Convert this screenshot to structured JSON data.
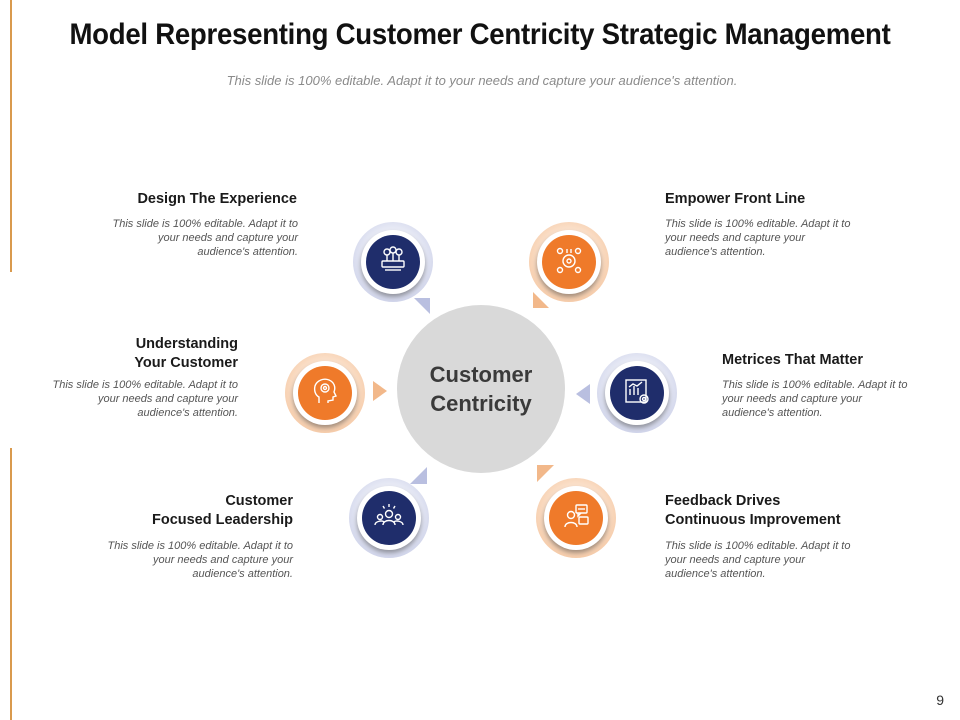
{
  "slide": {
    "title": "Model Representing Customer Centricity Strategic Management",
    "subtitle": "This slide is 100% editable. Adapt it to your needs and capture your audience's attention.",
    "page_number": "9"
  },
  "center": {
    "label": "Customer\nCentricity",
    "color": "#d9d9d9"
  },
  "colors": {
    "navy": "#1f2d6b",
    "orange": "#ef7a2a",
    "accent_rule": "#d99a4e"
  },
  "items": [
    {
      "heading": "Design The Experience",
      "description": "This slide is 100% editable. Adapt it to your needs and capture your audience's attention.",
      "icon": "bulbs-ideas-icon",
      "color": "navy"
    },
    {
      "heading": "Empower Front Line",
      "description": "This slide is 100% editable. Adapt it to your needs and capture your audience's attention.",
      "icon": "gears-team-icon",
      "color": "orange"
    },
    {
      "heading": "Understanding\nYour Customer",
      "description": "This slide is 100% editable. Adapt it to your needs and capture your audience's attention.",
      "icon": "head-gear-icon",
      "color": "orange"
    },
    {
      "heading": "Metrices That Matter",
      "description": "This slide is 100% editable. Adapt it to your needs and capture your audience's attention.",
      "icon": "chart-target-icon",
      "color": "navy"
    },
    {
      "heading": "Customer\nFocused Leadership",
      "description": "This slide is 100% editable. Adapt it to your needs and capture your audience's attention.",
      "icon": "leadership-group-icon",
      "color": "navy"
    },
    {
      "heading": "Feedback Drives\nContinuous Improvement",
      "description": "This slide is 100% editable. Adapt it to your needs and capture your audience's attention.",
      "icon": "feedback-chat-icon",
      "color": "orange"
    }
  ]
}
